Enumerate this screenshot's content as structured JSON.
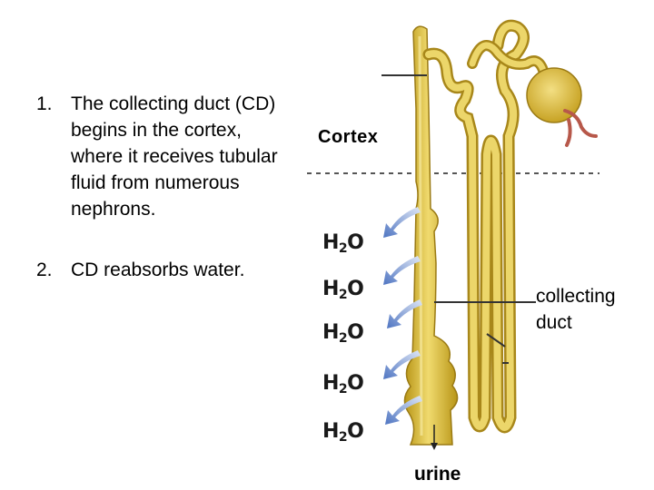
{
  "points": [
    {
      "number": "1.",
      "text": "The collecting duct (CD) begins in the cortex, where it receives tubular fluid from numerous nephrons."
    },
    {
      "number": "2.",
      "text": "CD reabsorbs water."
    }
  ],
  "diagram": {
    "region_label": "Cortex",
    "duct_label": "collecting duct",
    "output_label": "urine",
    "water_labels": [
      {
        "main": "H",
        "sub": "2",
        "end": "O"
      },
      {
        "main": "H",
        "sub": "2",
        "end": "O"
      },
      {
        "main": "H",
        "sub": "2",
        "end": "O"
      },
      {
        "main": "H",
        "sub": "2",
        "end": "O"
      },
      {
        "main": "H",
        "sub": "2",
        "end": "O"
      }
    ],
    "colors": {
      "tubule": "#d9b92e",
      "tubule_light": "#ecd66a",
      "tubule_dark": "#a8871a",
      "arrow": "#5b7fc8",
      "vessel": "#b7584a",
      "boundary": "#444444"
    }
  }
}
